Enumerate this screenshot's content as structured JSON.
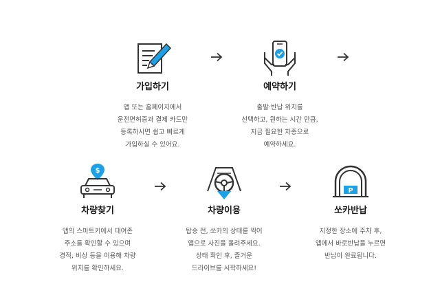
{
  "steps": [
    {
      "title": "가입하기",
      "icon": "document-pen-icon",
      "desc": [
        "앱 또는 홈페이지에서",
        "운전면허증과 결제 카드만",
        "등록하시면 쉽고 빠르게",
        "가입하실 수 있어요."
      ]
    },
    {
      "title": "예약하기",
      "icon": "phone-hands-icon",
      "desc": [
        "출발·반납 위치를",
        "선택하고, 원하는 시간 만큼,",
        "지금 필요한 차종으로",
        "예약하세요."
      ]
    },
    {
      "title": "차량찾기",
      "icon": "car-location-icon",
      "desc": [
        "앱의 스마트키에서 대여존",
        "주소를 확인할 수 있으며",
        "경적, 비상 등을 이용해 차량",
        "위치를 확인하세요."
      ]
    },
    {
      "title": "차량이용",
      "icon": "steering-wheel-icon",
      "desc": [
        "탑승 전, 쏘카의 상태를 찍어",
        "앱으로 사진을 올려주세요.",
        "상태 확인 후, 즐거운",
        "드라이브를 시작하세요!"
      ]
    },
    {
      "title": "쏘카반납",
      "icon": "parking-return-icon",
      "desc": [
        "지정한 장소에 주차 후,",
        "앱에서 바로반납을 누르면",
        "반납이 완료됩니다."
      ]
    }
  ],
  "colors": {
    "accent_blue": "#1ea0e6",
    "line": "#333333"
  }
}
